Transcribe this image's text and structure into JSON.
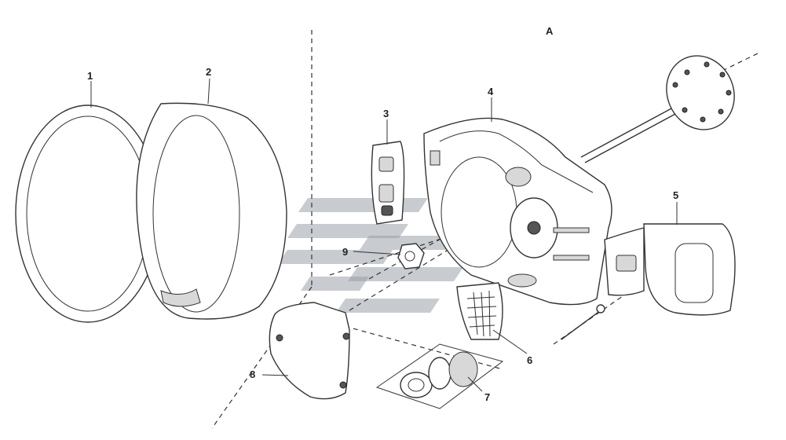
{
  "diagram": {
    "view_label": "A",
    "callouts": [
      {
        "id": "1",
        "label": "1"
      },
      {
        "id": "2",
        "label": "2"
      },
      {
        "id": "3",
        "label": "3"
      },
      {
        "id": "4",
        "label": "4"
      },
      {
        "id": "5",
        "label": "5"
      },
      {
        "id": "6",
        "label": "6"
      },
      {
        "id": "7",
        "label": "7"
      },
      {
        "id": "8",
        "label": "8"
      },
      {
        "id": "9",
        "label": "9"
      }
    ]
  }
}
